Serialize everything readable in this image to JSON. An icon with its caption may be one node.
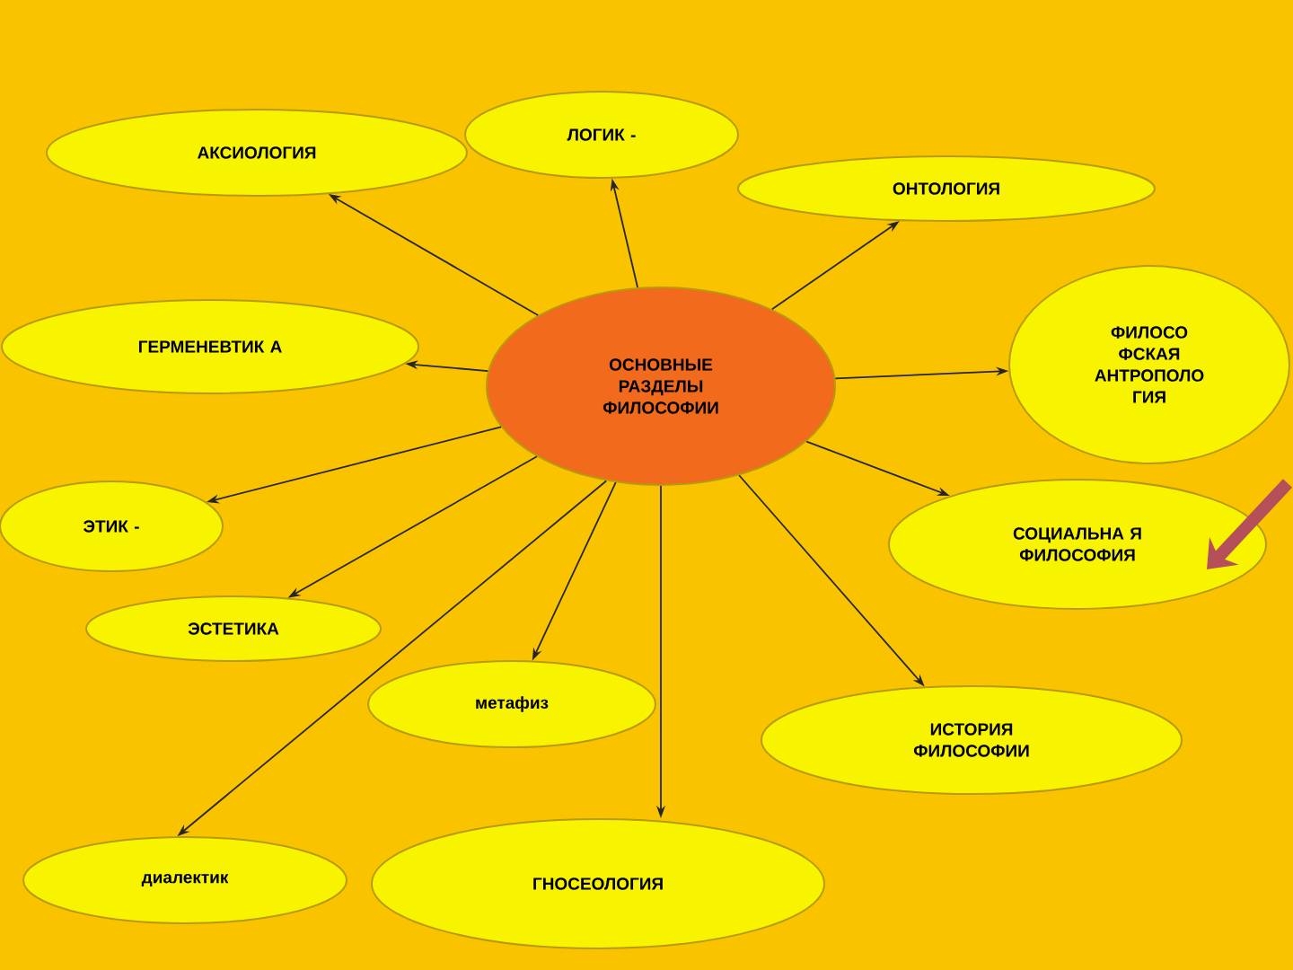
{
  "diagram": {
    "nodes": [
      {
        "text": [
          "ОСНОВНЫЕ РАЗДЕЛЫ ФИЛОСОФИИ"
        ]
      },
      {
        "text": [
          "АКСИОЛОГИЯ"
        ]
      },
      {
        "text": [
          "ЛОГИК -"
        ]
      },
      {
        "text": [
          "ОНТОЛОГИЯ"
        ]
      },
      {
        "text": [
          "ГЕРМЕНЕВТИК А"
        ]
      },
      {
        "text": [
          "ФИЛОСО ФСКАЯ АНТРОПОЛО ГИЯ"
        ]
      },
      {
        "text": [
          "ЭТИК -"
        ]
      },
      {
        "text": [
          "СОЦИАЛЬНА Я ФИЛОСОФИЯ"
        ]
      },
      {
        "text": [
          "ЭСТЕТИКА"
        ]
      },
      {
        "text": [
          "метафиз"
        ]
      },
      {
        "text": [
          "ИСТОРИЯ ФИЛОСОФИИ"
        ]
      },
      {
        "text": [
          "диалектик"
        ]
      },
      {
        "text": [
          "ГНОСЕОЛОГИЯ"
        ]
      }
    ],
    "edges": [
      {
        "from": 0,
        "to": 1,
        "arrow": "to"
      },
      {
        "from": 0,
        "to": 2,
        "arrow": "to"
      },
      {
        "from": 0,
        "to": 3,
        "arrow": "to"
      },
      {
        "from": 0,
        "to": 4,
        "arrow": "to"
      },
      {
        "from": 0,
        "to": 5,
        "arrow": "to"
      },
      {
        "from": 0,
        "to": 6,
        "arrow": "to"
      },
      {
        "from": 0,
        "to": 7,
        "arrow": "to"
      },
      {
        "from": 0,
        "to": 8,
        "arrow": "to"
      },
      {
        "from": 0,
        "to": 9,
        "arrow": "to"
      },
      {
        "from": 0,
        "to": 10,
        "arrow": "to"
      },
      {
        "from": 0,
        "to": 11,
        "arrow": "to"
      },
      {
        "from": 0,
        "to": 12,
        "arrow": "to"
      },
      {
        "from": null,
        "to": 7,
        "arrow": "to",
        "style": "thick",
        "color": "#b5505a"
      }
    ]
  }
}
